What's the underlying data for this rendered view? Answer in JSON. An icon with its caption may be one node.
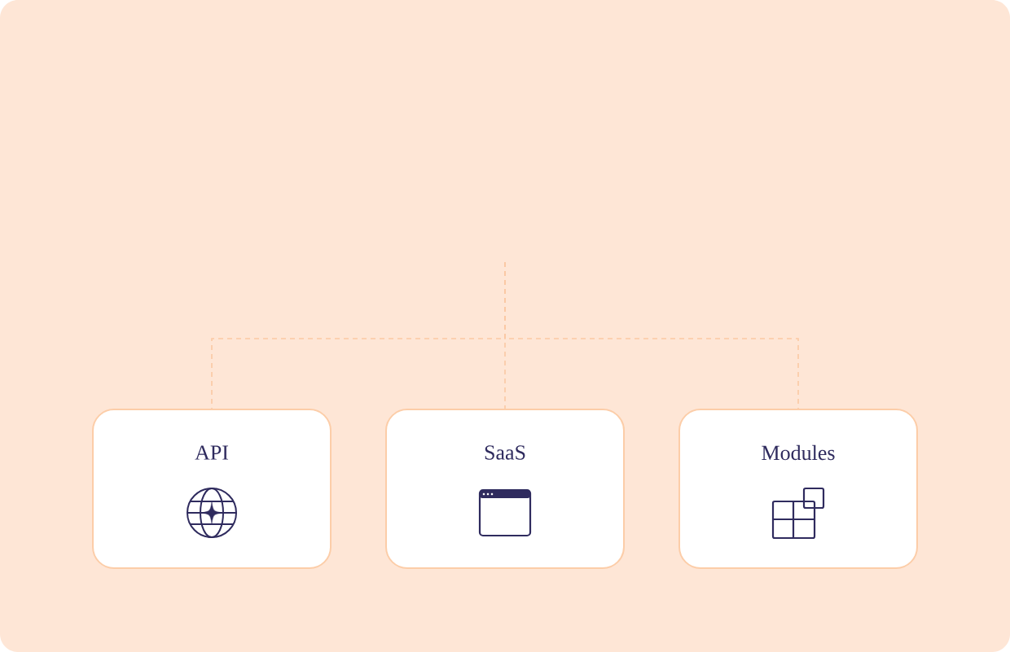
{
  "diagram": {
    "nodes": [
      {
        "text": [
          "API"
        ]
      },
      {
        "text": [
          "SaaS"
        ]
      },
      {
        "text": [
          "Modules"
        ]
      }
    ],
    "edges": [
      {
        "from": null,
        "to": 0,
        "arrow": "none",
        "style": "dashed"
      },
      {
        "from": null,
        "to": 1,
        "arrow": "none",
        "style": "dashed"
      },
      {
        "from": null,
        "to": 2,
        "arrow": "none",
        "style": "dashed"
      }
    ]
  }
}
